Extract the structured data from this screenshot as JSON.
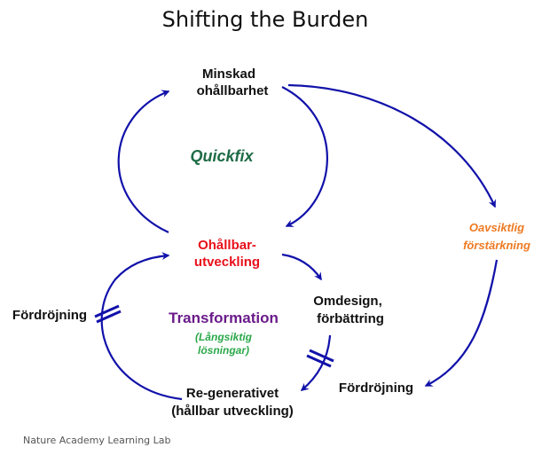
{
  "title": "Shifting the Burden",
  "nodes": {
    "minskad_line1": "Minskad",
    "minskad_line2": "ohållbarhet",
    "ohallbar_line1": "Ohållbar-",
    "ohallbar_line2": "utveckling",
    "omdesign_line1": "Omdesign,",
    "omdesign_line2": "förbättring",
    "regen_line1": "Re-generativet",
    "regen_line2": "(hållbar utveckling)",
    "delay_left": "Fördröjning",
    "delay_right": "Fördröjning"
  },
  "loop_labels": {
    "quickfix": "Quickfix",
    "transformation": "Transformation",
    "longterm_line1": "(Långsiktig",
    "longterm_line2": "lösningar)",
    "side_effect_line1": "Oavsiktlig",
    "side_effect_line2": "förstärkning"
  },
  "footer": "Nature Academy Learning Lab",
  "colors": {
    "arrow": "#1111aa",
    "node_text": "#111111",
    "problem": "#e8101a",
    "quickfix": "#1e6b46",
    "transformation": "#6a1b8a",
    "longterm": "#2aa84a",
    "side_effect": "#ee7a22"
  }
}
